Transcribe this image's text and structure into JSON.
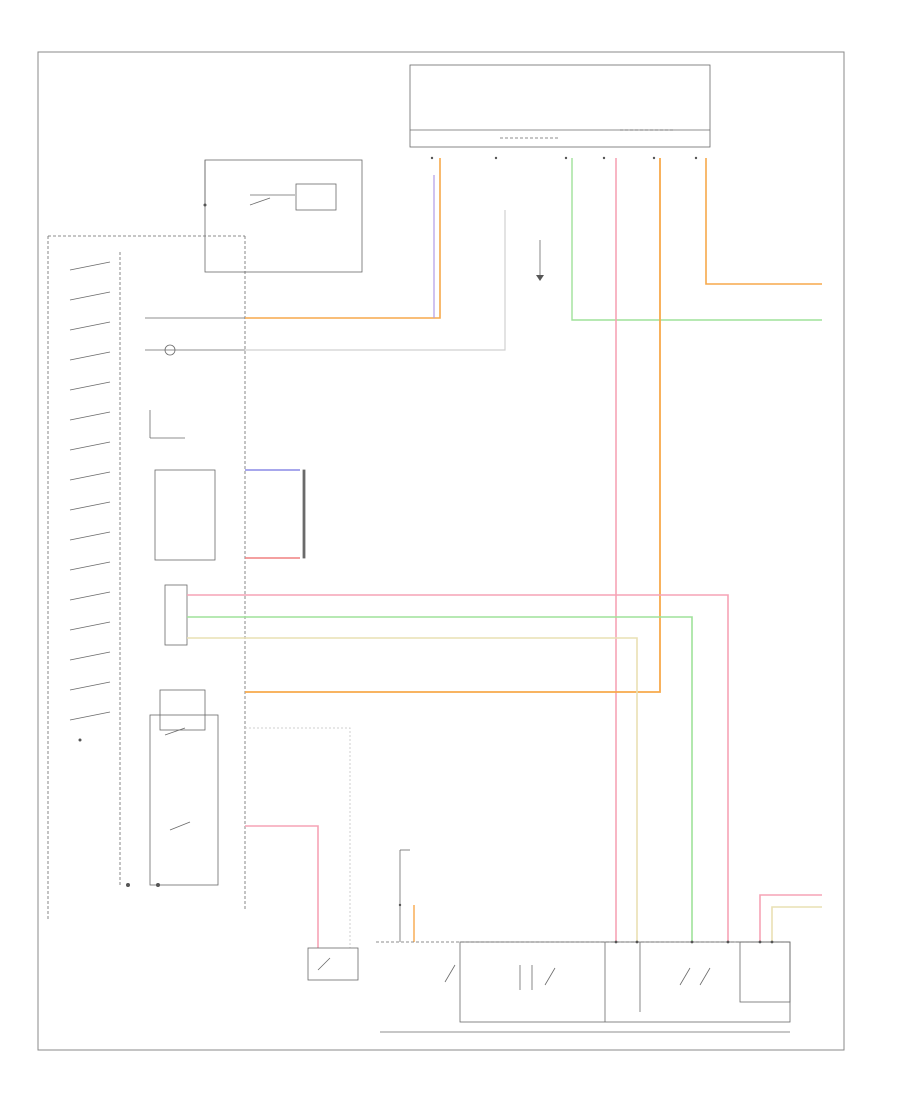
{
  "footer": {
    "code": ""
  },
  "colors": {
    "orange": "#f7a94b",
    "pink": "#f6a3b5",
    "green": "#9fe29a",
    "purple": "#b19be6",
    "tan": "#e9e0b4",
    "light_gray": "#d8d8d8",
    "red": "#f08080"
  },
  "wires": [
    {
      "id": "w-orange-main",
      "color": "orange"
    },
    {
      "id": "w-pink-main",
      "color": "pink"
    },
    {
      "id": "w-green-main",
      "color": "green"
    },
    {
      "id": "w-tan-main",
      "color": "tan"
    },
    {
      "id": "w-purple-fuse",
      "color": "purple"
    },
    {
      "id": "w-light-gray",
      "color": "light_gray"
    }
  ]
}
